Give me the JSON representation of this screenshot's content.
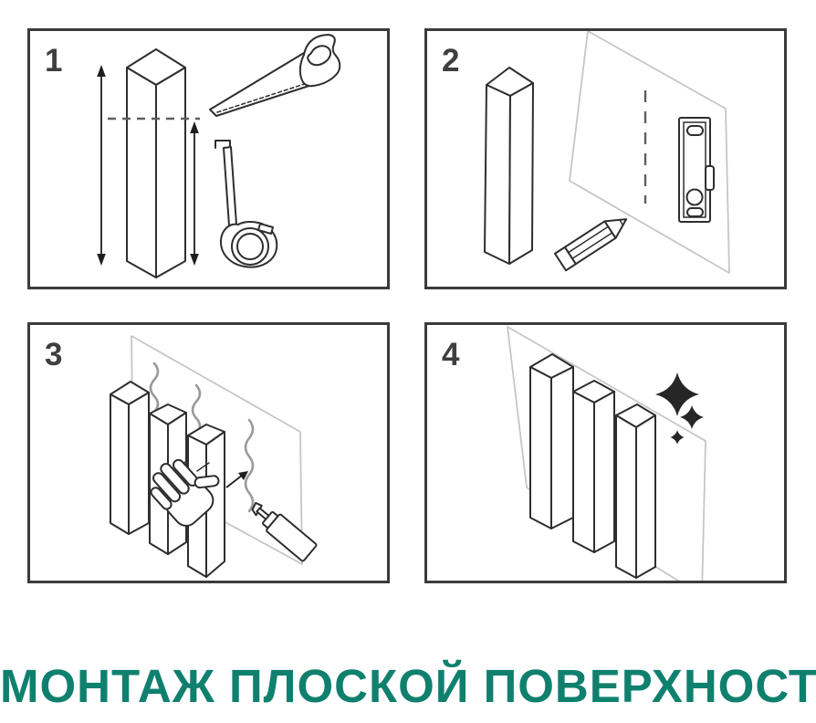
{
  "title": {
    "text": "МОНТАЖ ПЛОСКОЙ ПОВЕРХНОСТИ",
    "color": "#10806E"
  },
  "colors": {
    "background": "#ffffff",
    "panel_border": "#3b3b3b",
    "step_number": "#3f3f3f",
    "line_art": "#2e2e2e",
    "wall_outline": "#c6c6c6",
    "glue_line": "#9a9a9a",
    "dashed_guide": "#5f5f5f",
    "sparkle": "#262626"
  },
  "panels": [
    {
      "number": "1",
      "icons": [
        "wood-beam",
        "full-height-measure-arrow",
        "cut-dashed-line",
        "partial-height-measure-arrow",
        "hand-saw",
        "tape-measure"
      ]
    },
    {
      "number": "2",
      "icons": [
        "wood-beam",
        "wall-plane",
        "vertical-dashed-mark",
        "spirit-level",
        "pencil"
      ]
    },
    {
      "number": "3",
      "icons": [
        "wall-plane",
        "three-wood-slats",
        "glue-wavy-lines",
        "pressing-hand",
        "glue-pointer-arrow",
        "sealant-tube"
      ]
    },
    {
      "number": "4",
      "icons": [
        "wall-plane",
        "three-mounted-slats",
        "sparkles"
      ]
    }
  ]
}
